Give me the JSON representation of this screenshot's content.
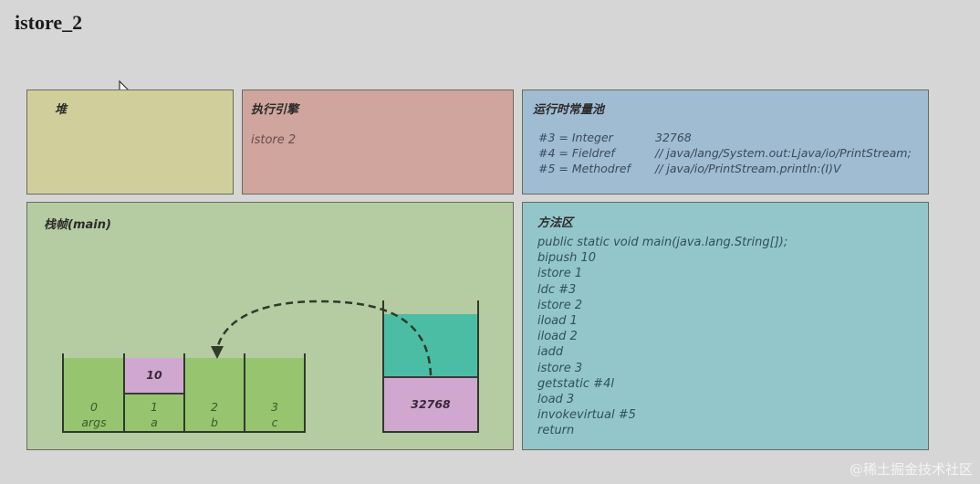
{
  "title": "istore_2",
  "heap": {
    "title": "堆"
  },
  "engine": {
    "title": "执行引擎",
    "current_instruction": "istore 2"
  },
  "constant_pool": {
    "title": "运行时常量池",
    "entries": [
      {
        "key": "#3 = Integer",
        "value": "32768"
      },
      {
        "key": "#4 = Fieldref",
        "value": "// java/lang/System.out:Ljava/io/PrintStream;"
      },
      {
        "key": "#5 = Methodref",
        "value": "// java/io/PrintStream.println:(I)V"
      }
    ]
  },
  "stack_frame": {
    "title": "栈帧(main)",
    "local_variables": [
      {
        "index": "0",
        "name": "args",
        "value": null
      },
      {
        "index": "1",
        "name": "a",
        "value": "10"
      },
      {
        "index": "2",
        "name": "b",
        "value": null
      },
      {
        "index": "3",
        "name": "c",
        "value": null
      }
    ],
    "operand_stack": {
      "top_value": "32768"
    },
    "arrow": {
      "from": "operand-stack",
      "to": "local-variable-2",
      "style": "dashed"
    }
  },
  "method_area": {
    "title": "方法区",
    "lines": [
      "public static void main(java.lang.String[]);",
      "bipush 10",
      "istore 1",
      "ldc #3",
      "istore 2",
      "iload 1",
      "iload 2",
      "iadd",
      "istore 3",
      "getstatic #4l",
      "load 3",
      "invokevirtual #5",
      "return"
    ]
  },
  "colors": {
    "heap": "#d0cf9c",
    "engine": "#cfa59e",
    "constant_pool": "#9fbcd2",
    "stack_frame": "#b5cba2",
    "method_area": "#93c6cb",
    "slot_green": "#97c46f",
    "value_pink": "#d0a7cf",
    "operand_teal": "#4bbda4"
  },
  "watermark": "@稀土掘金技术社区"
}
